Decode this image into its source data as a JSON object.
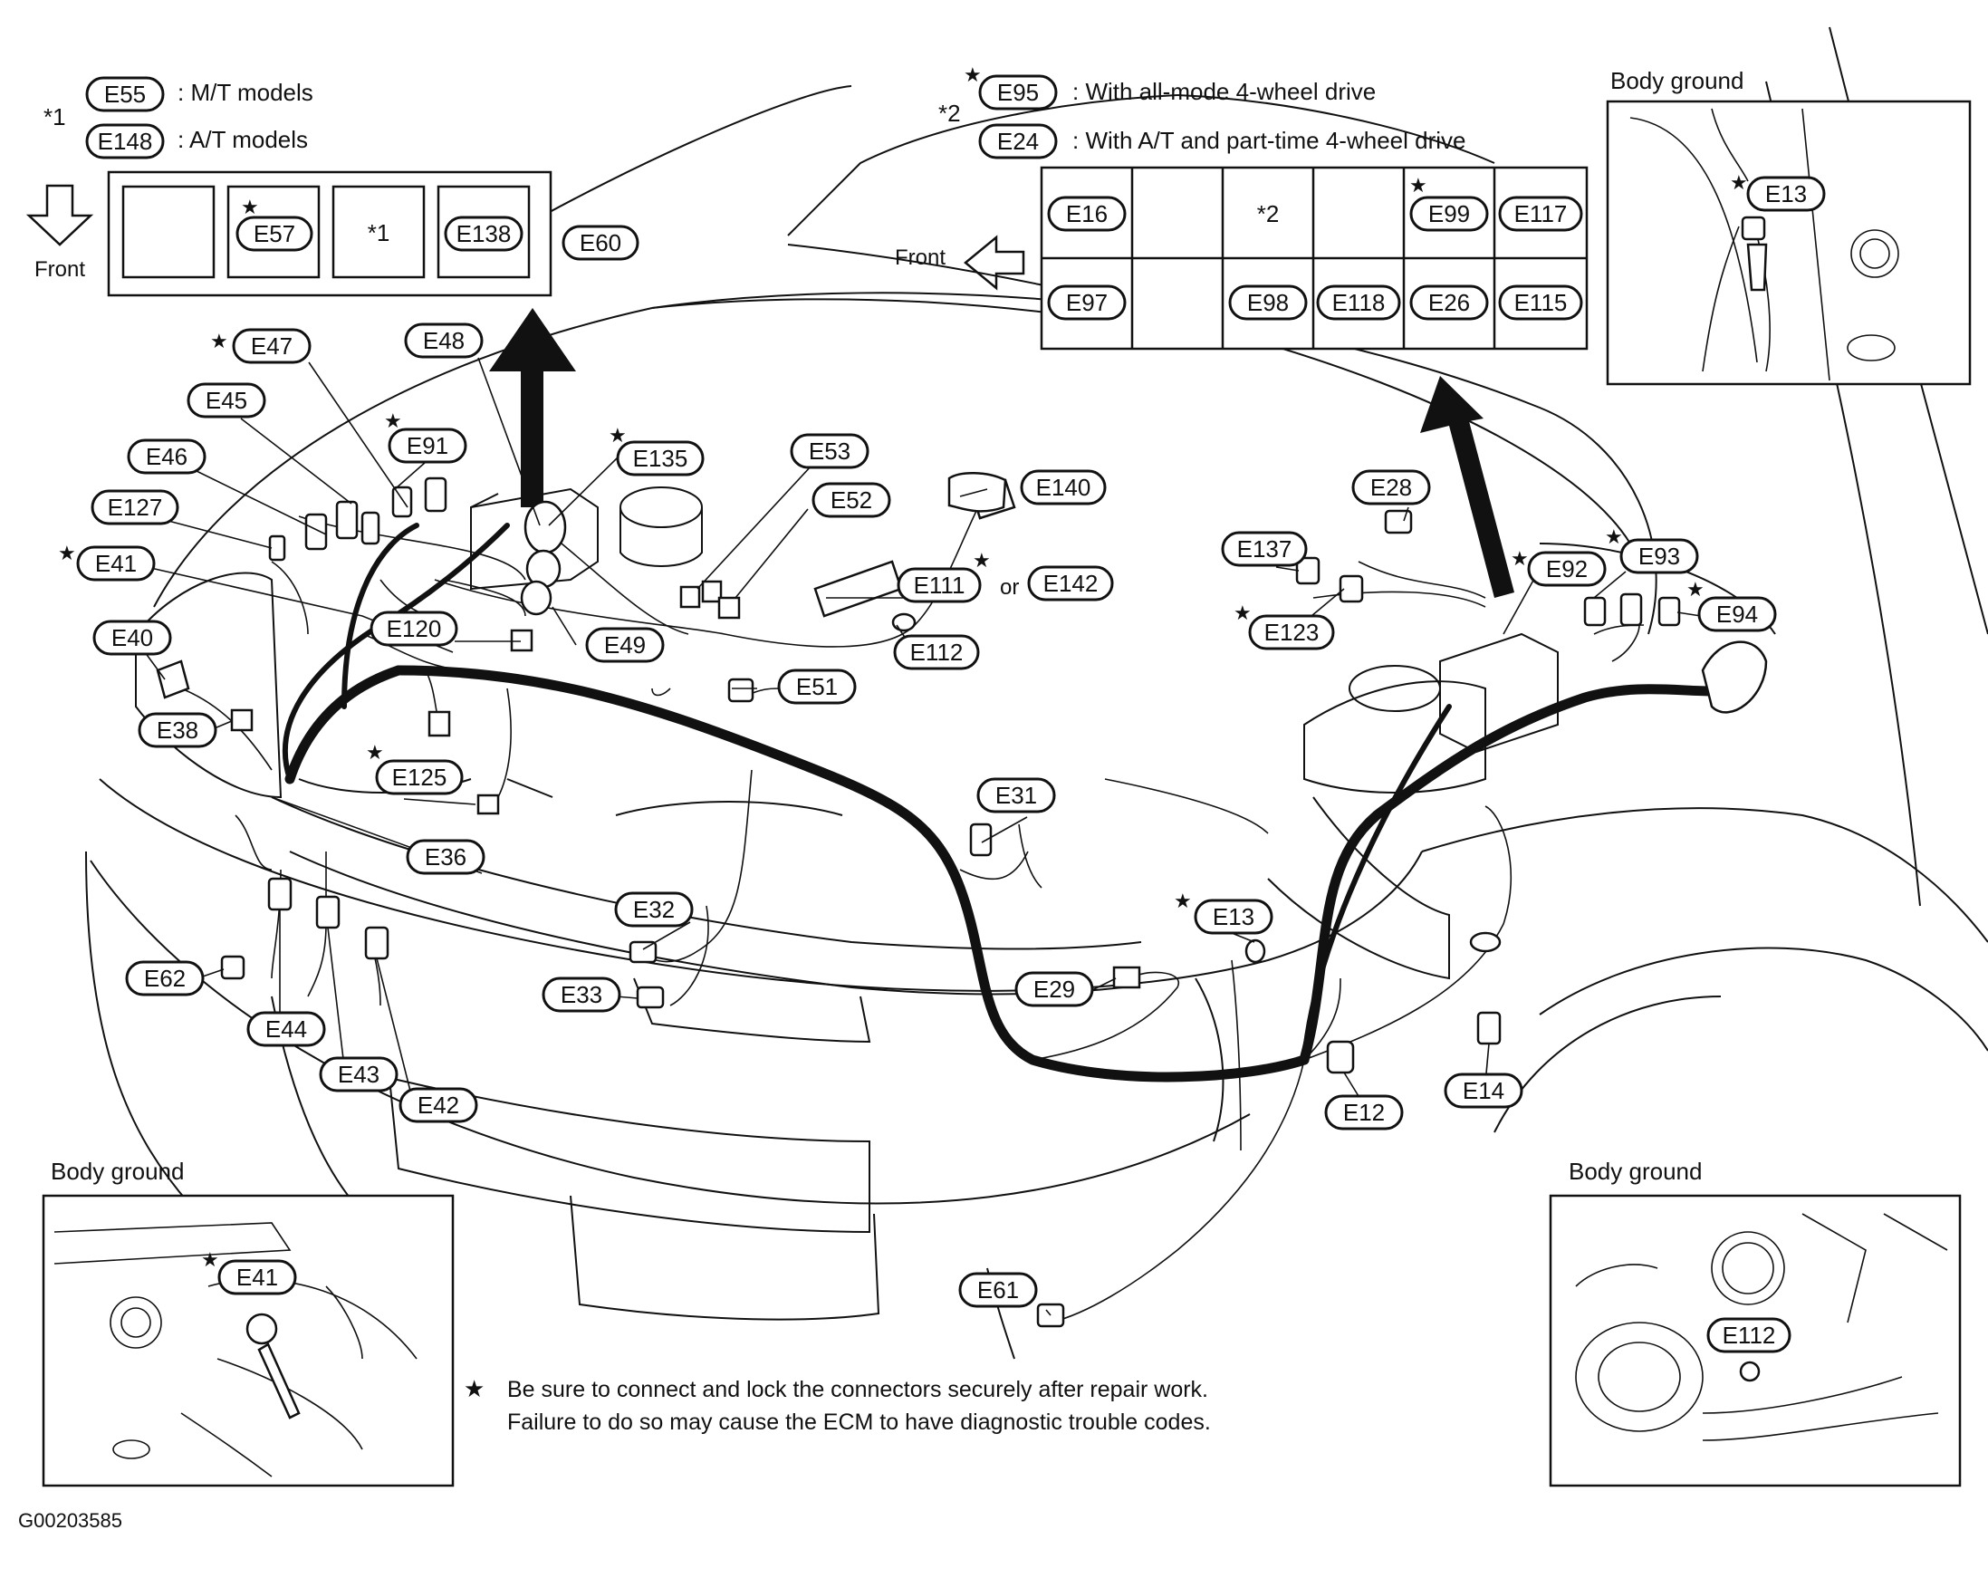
{
  "figure_id": "G00203585",
  "star_glyph": "★",
  "legend_left": {
    "prefix": "*1",
    "rows": [
      {
        "code": "E55",
        "desc": ": M/T models"
      },
      {
        "code": "E148",
        "desc": ": A/T models"
      }
    ],
    "front_label": "Front",
    "box": [
      "",
      "E57",
      "*1",
      "E138"
    ],
    "box_star": "E57",
    "box_side_code": "E60"
  },
  "legend_right": {
    "prefix": "*2",
    "rows": [
      {
        "code": "E95",
        "desc": ": With all-mode 4-wheel drive",
        "star": true
      },
      {
        "code": "E24",
        "desc": ": With A/T and part-time 4-wheel drive",
        "star": false
      }
    ],
    "front_label": "Front",
    "grid_top": [
      "E16",
      "",
      "*2",
      "",
      "E99",
      "E117"
    ],
    "grid_bottom": [
      "E97",
      "",
      "E98",
      "E118",
      "E26",
      "E115"
    ],
    "grid_star": "E99"
  },
  "insets": {
    "top_right": {
      "title": "Body ground",
      "code": "E13"
    },
    "bottom_left": {
      "title": "Body ground",
      "code": "E41"
    },
    "bottom_right": {
      "title": "Body ground",
      "code": "E112"
    }
  },
  "note": {
    "line1": "Be sure to connect and lock the connectors securely after repair work.",
    "line2": "Failure to do so may cause the ECM to have diagnostic trouble codes."
  },
  "or_text": "or",
  "connectors": [
    {
      "code": "E47",
      "star": true
    },
    {
      "code": "E48",
      "star": false
    },
    {
      "code": "E45",
      "star": false
    },
    {
      "code": "E91",
      "star": true
    },
    {
      "code": "E46",
      "star": false
    },
    {
      "code": "E135",
      "star": true
    },
    {
      "code": "E53",
      "star": false
    },
    {
      "code": "E52",
      "star": false
    },
    {
      "code": "E140",
      "star": false
    },
    {
      "code": "E127",
      "star": false
    },
    {
      "code": "E41",
      "star": true
    },
    {
      "code": "E111",
      "star": true
    },
    {
      "code": "E142",
      "star": false
    },
    {
      "code": "E120",
      "star": false
    },
    {
      "code": "E49",
      "star": false
    },
    {
      "code": "E112",
      "star": false
    },
    {
      "code": "E40",
      "star": false
    },
    {
      "code": "E51",
      "star": false
    },
    {
      "code": "E38",
      "star": false
    },
    {
      "code": "E125",
      "star": true
    },
    {
      "code": "E31",
      "star": false
    },
    {
      "code": "E36",
      "star": false
    },
    {
      "code": "E32",
      "star": false
    },
    {
      "code": "E13",
      "star": true
    },
    {
      "code": "E62",
      "star": false
    },
    {
      "code": "E33",
      "star": false
    },
    {
      "code": "E29",
      "star": false
    },
    {
      "code": "E44",
      "star": false
    },
    {
      "code": "E43",
      "star": false
    },
    {
      "code": "E42",
      "star": false
    },
    {
      "code": "E12",
      "star": false
    },
    {
      "code": "E14",
      "star": false
    },
    {
      "code": "E61",
      "star": false
    },
    {
      "code": "E28",
      "star": false
    },
    {
      "code": "E137",
      "star": false
    },
    {
      "code": "E92",
      "star": true
    },
    {
      "code": "E93",
      "star": true
    },
    {
      "code": "E123",
      "star": true
    },
    {
      "code": "E94",
      "star": true
    }
  ]
}
